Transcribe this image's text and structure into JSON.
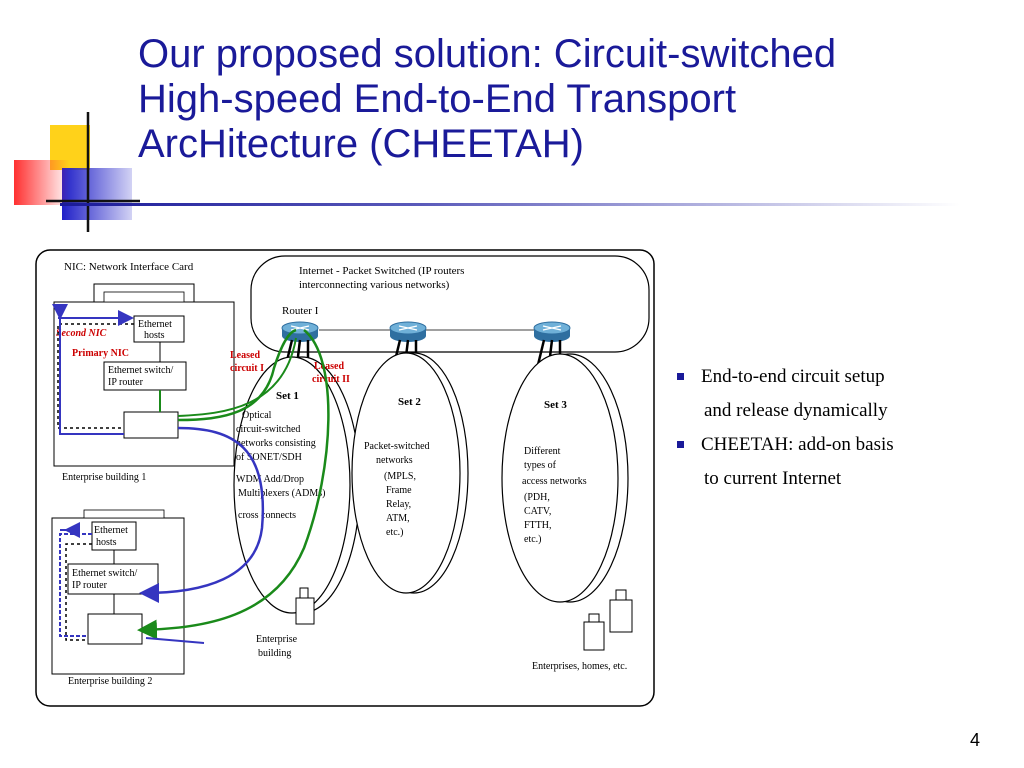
{
  "slide": {
    "title": {
      "line1": "Our proposed solution: Circuit-switched",
      "line2": "High-speed End-to-End Transport",
      "line3": "ArcHitecture (CHEETAH)"
    },
    "bullets": [
      {
        "line1": "End-to-end circuit setup",
        "line2": "and release dynamically"
      },
      {
        "line1": "CHEETAH: add-on basis",
        "line2": "to current Internet"
      }
    ],
    "page_number": "4",
    "colors": {
      "title": "#1a1a99",
      "accent_yellow": "#ffd700",
      "accent_red": "#ff4040",
      "accent_blue": "#2a2ad0",
      "path_green": "#1a8a1a",
      "path_blue": "#3535c0",
      "label_red": "#cc0000"
    }
  },
  "diagram": {
    "legend": "NIC: Network Interface Card",
    "internet_label_1": "Internet - Packet Switched (IP routers",
    "internet_label_2": "interconnecting various networks)",
    "router_label": "Router I",
    "leased_1a": "Leased",
    "leased_1b": "circuit I",
    "leased_2a": "Leased",
    "leased_2b": "circuit II",
    "second_nic": "Second NIC",
    "primary_nic": "Primary NIC",
    "b1_hosts_1": "Ethernet",
    "b1_hosts_2": "hosts",
    "b1_switch_1": "Ethernet switch/",
    "b1_switch_2": "IP router",
    "b1_label": "Enterprise building 1",
    "b2_hosts_1": "Ethernet",
    "b2_hosts_2": "hosts",
    "b2_switch_1": "Ethernet switch/",
    "b2_switch_2": "IP router",
    "b2_label": "Enterprise building 2",
    "set1": {
      "title": "Set 1",
      "lines": [
        "Optical",
        "circuit-switched",
        "networks consisting",
        "of SONET/SDH",
        "WDM Add/Drop",
        "Multiplexers (ADMs)",
        "cross connects"
      ]
    },
    "set2": {
      "title": "Set 2",
      "lines": [
        "Packet-switched",
        "networks",
        "(MPLS,",
        "Frame",
        "Relay,",
        "ATM,",
        "etc.)"
      ]
    },
    "set3": {
      "title": "Set 3",
      "lines": [
        "Different",
        "types of",
        "access networks",
        "(PDH,",
        "CATV,",
        "FTTH,",
        "etc.)"
      ]
    },
    "enterprise_building_1": "Enterprise",
    "enterprise_building_2": "building",
    "enterprises_homes": "Enterprises, homes, etc."
  }
}
